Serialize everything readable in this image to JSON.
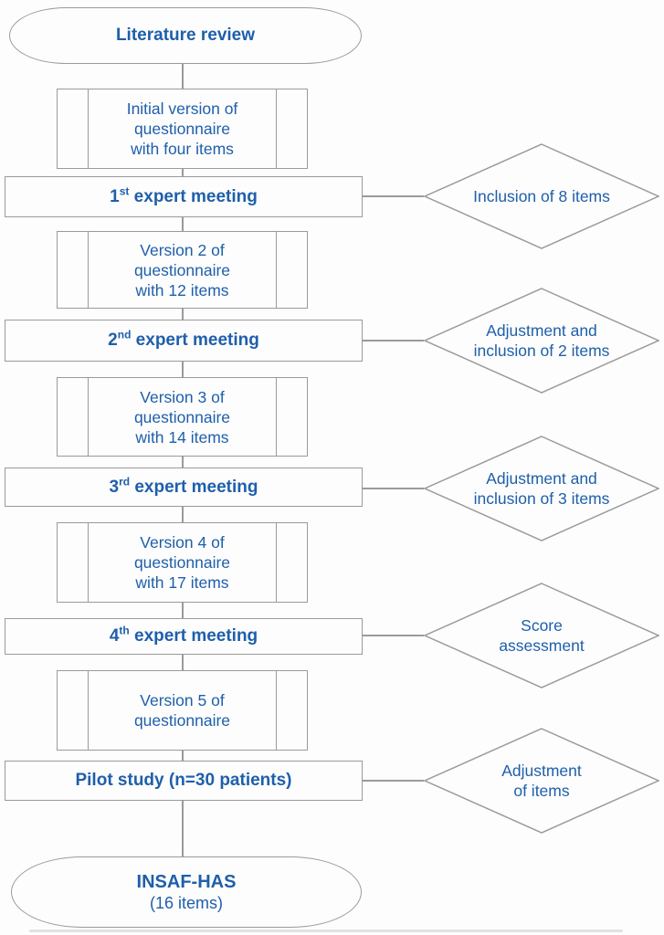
{
  "title": "Questionnaire development flowchart",
  "colors": {
    "text_blue": "#1e5faa",
    "line_gray": "#9a9a9a",
    "background": "#fdfdfd"
  },
  "nodes": {
    "literature": "Literature review",
    "v1": "Initial version of\nquestionnaire\nwith four items",
    "m1": {
      "num": "1",
      "ord": "st",
      "rest": " expert meeting"
    },
    "d1": "Inclusion of 8 items",
    "v2": "Version 2 of\nquestionnaire\nwith 12 items",
    "m2": {
      "num": "2",
      "ord": "nd",
      "rest": " expert meeting"
    },
    "d2": "Adjustment and\ninclusion of 2 items",
    "v3": "Version 3 of\nquestionnaire\nwith 14 items",
    "m3": {
      "num": "3",
      "ord": "rd",
      "rest": " expert meeting"
    },
    "d3": "Adjustment and\ninclusion of 3 items",
    "v4": "Version 4 of\nquestionnaire\nwith 17 items",
    "m4": {
      "num": "4",
      "ord": "th",
      "rest": " expert meeting"
    },
    "d4": "Score\nassessment",
    "v5": "Version 5 of\nquestionnaire",
    "pilot": "Pilot study (n=30 patients)",
    "d5": "Adjustment\nof items",
    "final_title": "INSAF-HAS",
    "final_sub": "(16 items)"
  }
}
